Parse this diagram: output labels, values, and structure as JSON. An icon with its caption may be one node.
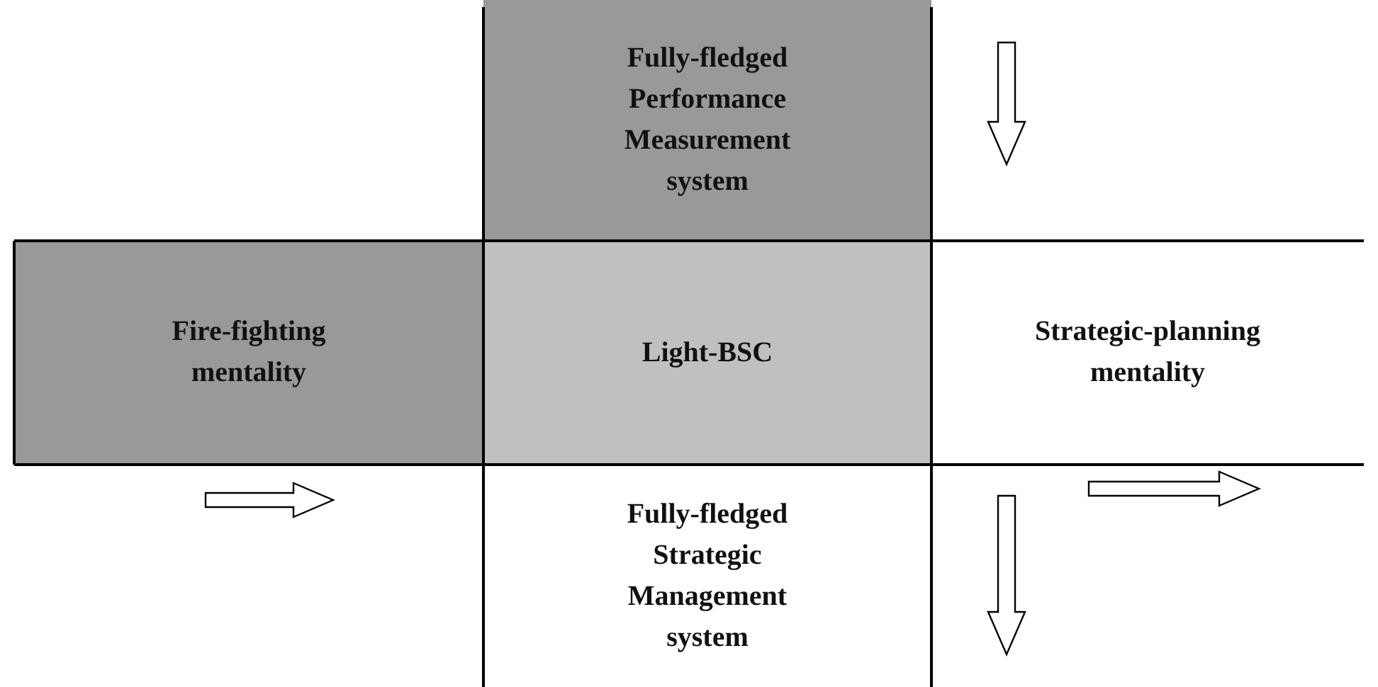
{
  "diagram": {
    "nodes": [
      {
        "text": [
          "Fully-fledged Performance Measurement system"
        ]
      },
      {
        "text": [
          "Fire-fighting mentality"
        ]
      },
      {
        "text": [
          "Light-BSC"
        ]
      },
      {
        "text": [
          "Strategic-planning mentality"
        ]
      },
      {
        "text": [
          "Fully-fledged Strategic Management system"
        ]
      }
    ]
  }
}
